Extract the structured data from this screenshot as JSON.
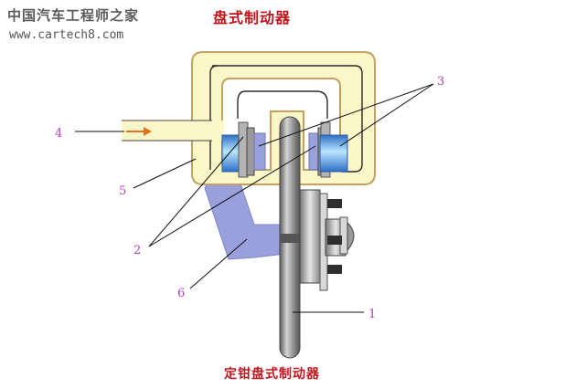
{
  "watermark": {
    "site_name": "中国汽车工程师之家",
    "url": "www.cartech8.com"
  },
  "title": "盘式制动器",
  "caption": "定钳盘式制动器",
  "labels": [
    "1",
    "2",
    "3",
    "4",
    "5",
    "6"
  ],
  "colors": {
    "caliper_fill": "#fcf7c8",
    "caliper_stroke": "#c4a160",
    "disc": "#8a8a8a",
    "piston": "#4a8ed6",
    "bracket": "#9aa0dc",
    "title": "#c0141c",
    "label": "#b040b0"
  }
}
